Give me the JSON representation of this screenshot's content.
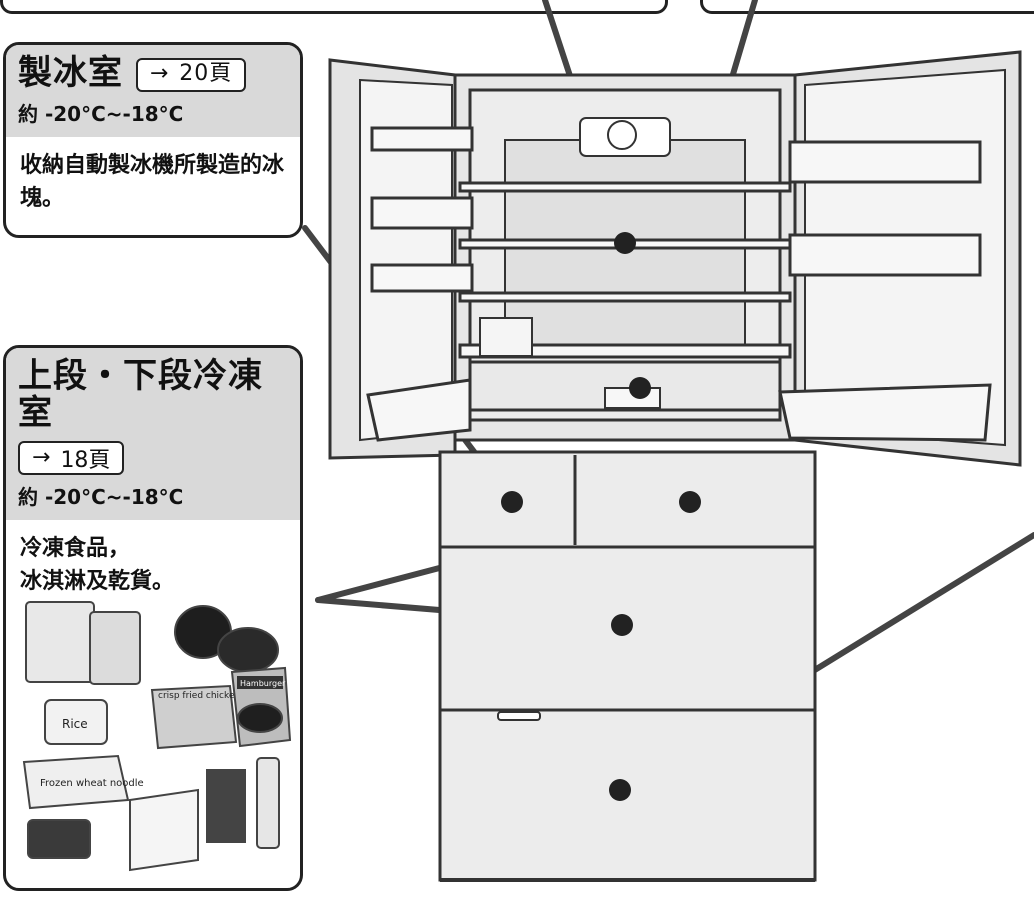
{
  "ice_compartment": {
    "title": "製冰室",
    "page_ref": "20頁",
    "arrow": "→",
    "temperature": "約 -20°C~-18°C",
    "description": "收納自動製冰機所製造的冰塊。"
  },
  "freezer": {
    "title": "上段・下段冷凍室",
    "page_ref": "18頁",
    "arrow": "→",
    "temperature": "約 -20°C~-18°C",
    "description_line1": "冷凍食品，",
    "description_line2": "冰淇淋及乾貨。",
    "food_labels": [
      "Rice",
      "Hamburger",
      "crisp fried chicken",
      "Frozen wheat noodle"
    ]
  },
  "colors": {
    "header_gray": "#d9d9d9",
    "outline": "#222222",
    "leader_line": "#444444"
  }
}
